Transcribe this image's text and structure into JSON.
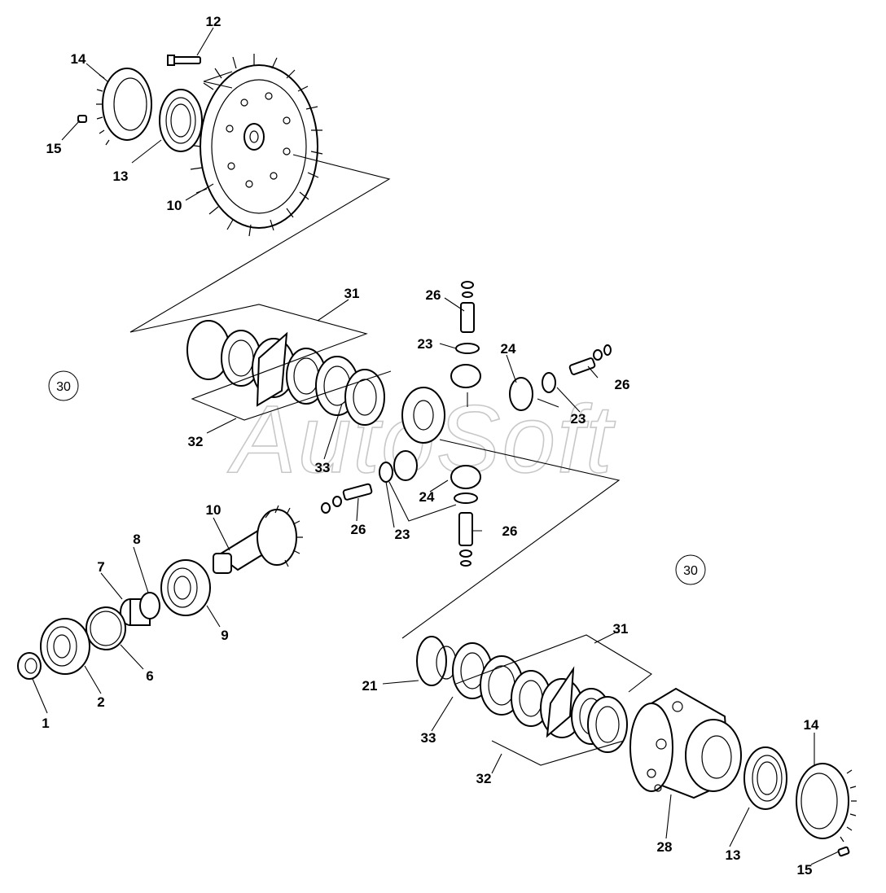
{
  "watermark": "AutoSoft",
  "callouts": {
    "ref_left": "30",
    "ref_right": "30"
  },
  "labels": {
    "l1": "1",
    "l2": "2",
    "l6": "6",
    "l7": "7",
    "l8": "8",
    "l9": "9",
    "l10_pinion": "10",
    "l10_ring": "10",
    "l12": "12",
    "l13_top": "13",
    "l13_bottom": "13",
    "l14_top": "14",
    "l14_bottom": "14",
    "l15_top": "15",
    "l15_bottom": "15",
    "l21": "21",
    "l23_a": "23",
    "l23_b": "23",
    "l23_c": "23",
    "l24_a": "24",
    "l24_b": "24",
    "l26_a": "26",
    "l26_b": "26",
    "l26_c": "26",
    "l26_d": "26",
    "l28": "28",
    "l31_top": "31",
    "l31_bottom": "31",
    "l32_top": "32",
    "l32_bottom": "32",
    "l33_top": "33",
    "l33_bottom": "33"
  }
}
